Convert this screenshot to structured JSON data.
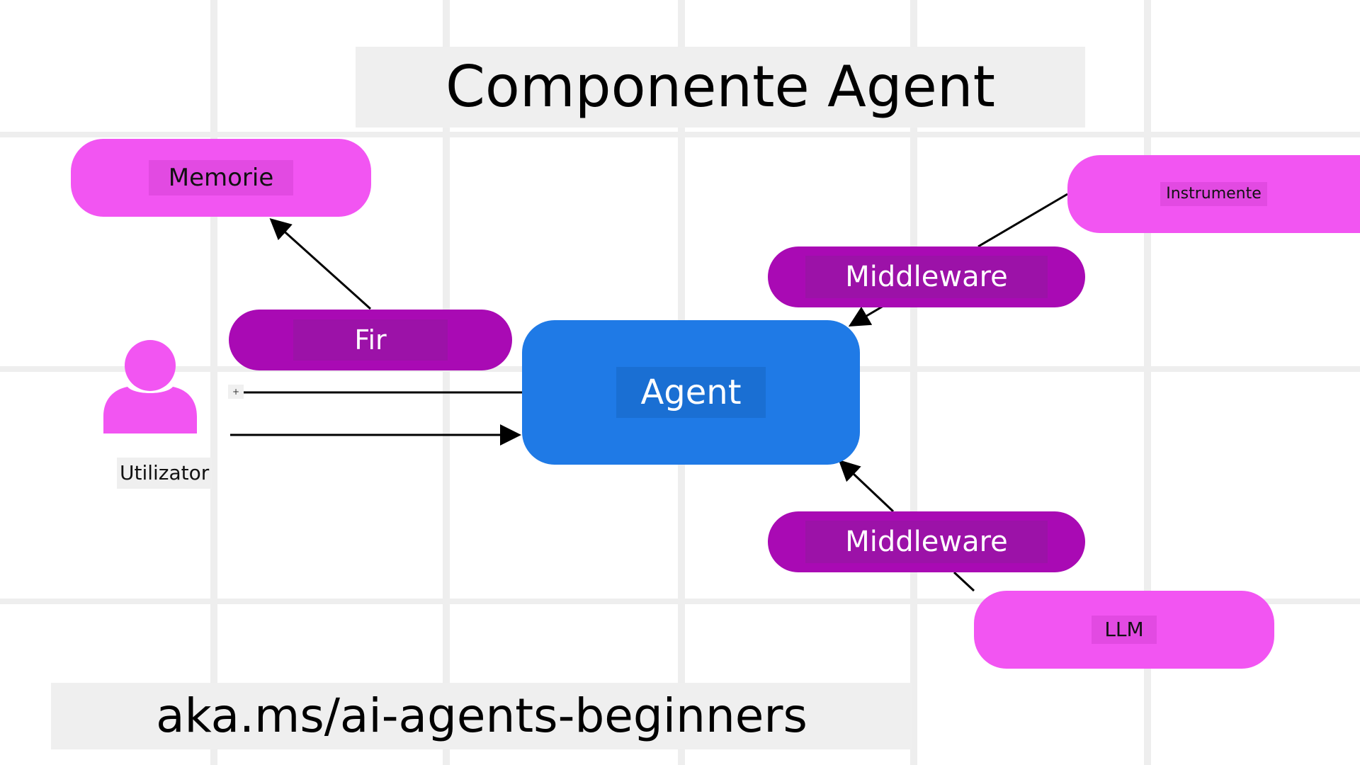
{
  "title": "Componente Agent",
  "footer_url": "aka.ms/ai-agents-beginners",
  "nodes": {
    "memory": "Memorie",
    "thread": "Fir",
    "agent": "Agent",
    "user": "Utilizator",
    "tools": "Instrumente",
    "middleware_top": "Middleware",
    "middleware_bottom": "Middleware",
    "llm": "LLM"
  },
  "icons": {
    "user": "user-icon",
    "plus": "plus-icon"
  },
  "plus_glyph": "+",
  "colors": {
    "pink": "#f255f2",
    "purple": "#a90ab4",
    "agent_blue": "#1f7ae6",
    "grid": "#eeeeee"
  }
}
